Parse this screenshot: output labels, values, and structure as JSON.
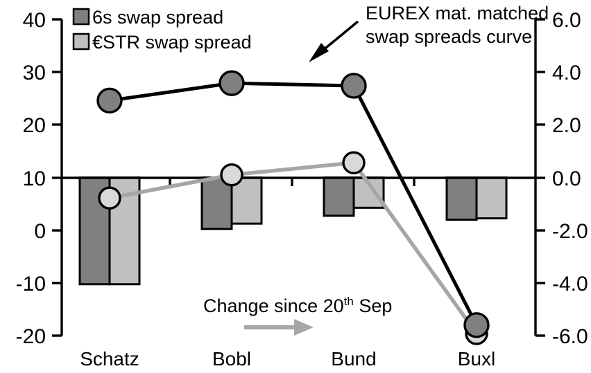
{
  "chart_data": {
    "type": "bar",
    "title": "",
    "subtitle": "",
    "xlabel": "",
    "ylabel": "",
    "categories": [
      "Schatz",
      "Bobl",
      "Bund",
      "Buxl"
    ],
    "left_axis": {
      "label": "",
      "ylim": [
        -20,
        40
      ],
      "ticks": [
        40,
        30,
        20,
        10,
        0,
        -10,
        -20
      ],
      "tick_labels": [
        "40",
        "30",
        "20",
        "10",
        "0",
        "-10",
        "-20"
      ],
      "zero_reference_value": 10
    },
    "right_axis": {
      "label": "",
      "ylim": [
        -6.0,
        6.0
      ],
      "ticks": [
        6.0,
        4.0,
        2.0,
        0.0,
        -2.0,
        -4.0,
        -6.0
      ],
      "tick_labels": [
        "6.0",
        "4.0",
        "2.0",
        "0.0",
        "-2.0",
        "-4.0",
        "-6.0"
      ]
    },
    "grid": false,
    "legend_position": "top-left",
    "series": [
      {
        "name": "6s swap spread",
        "kind": "bar",
        "axis": "right",
        "color": "#808080",
        "edge_color": "#000000",
        "values": [
          -4.05,
          -1.95,
          -1.45,
          -1.6
        ]
      },
      {
        "name": "€STR swap spread",
        "kind": "bar",
        "axis": "right",
        "color": "#c0c0c0",
        "edge_color": "#000000",
        "values": [
          -4.05,
          -1.75,
          -1.15,
          -1.55
        ]
      },
      {
        "name": "EUREX mat. matched swap spreads curve",
        "kind": "line",
        "axis": "left",
        "color": "#000000",
        "marker_fill": "#808080",
        "values": [
          24.6,
          27.9,
          27.4,
          -18.0
        ]
      },
      {
        "name": "Change since 20th Sep",
        "kind": "line",
        "axis": "left",
        "color": "#a6a6a6",
        "marker_fill": "#d9d9d9",
        "values": [
          6.1,
          10.5,
          12.8,
          -19.6
        ]
      }
    ],
    "annotations": [
      {
        "name": "eurex-curve-annotation",
        "line1": "EUREX mat. matched",
        "line2": "swap spreads curve",
        "arrow": "diagonal-down-left"
      },
      {
        "name": "change-since-annotation",
        "text_before": "Change since 20",
        "superscript": "th",
        "text_after": " Sep",
        "arrow": "right"
      }
    ]
  },
  "legend": {
    "items": [
      {
        "label": "6s swap spread",
        "swatch": "#808080"
      },
      {
        "label": "€STR swap spread",
        "swatch": "#c0c0c0"
      }
    ]
  },
  "left_ticks": {
    "t0": "40",
    "t1": "30",
    "t2": "20",
    "t3": "10",
    "t4": "0",
    "t5": "-10",
    "t6": "-20"
  },
  "right_ticks": {
    "t0": "6.0",
    "t1": "4.0",
    "t2": "2.0",
    "t3": "0.0",
    "t4": "-2.0",
    "t5": "-4.0",
    "t6": "-6.0"
  },
  "categories": {
    "c0": "Schatz",
    "c1": "Bobl",
    "c2": "Bund",
    "c3": "Buxl"
  },
  "annotation_eurex": {
    "line1": "EUREX mat. matched",
    "line2": "swap spreads curve"
  },
  "annotation_change": {
    "text_before": "Change since 20",
    "superscript": "th",
    "text_after": " Sep"
  },
  "colors": {
    "bar_dark": "#808080",
    "bar_light": "#c0c0c0",
    "line_black": "#000000",
    "line_gray": "#a6a6a6",
    "marker_gray_fill": "#808080",
    "marker_light_fill": "#d9d9d9",
    "axis": "#000000"
  }
}
